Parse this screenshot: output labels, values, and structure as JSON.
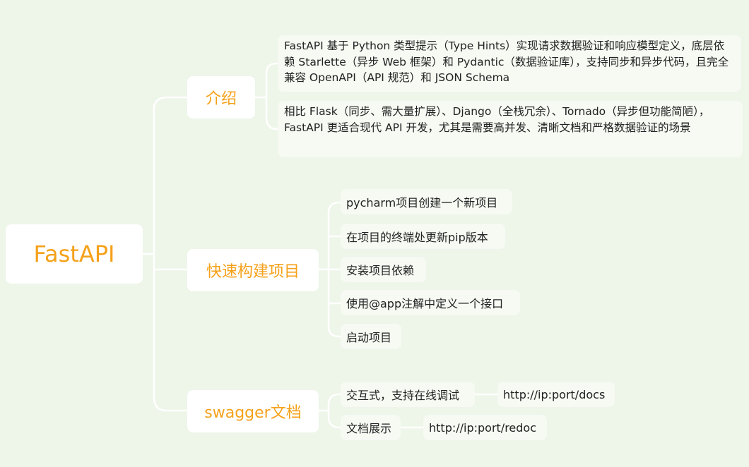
{
  "root": {
    "label": "FastAPI"
  },
  "intro": {
    "label": "介绍",
    "paragraphs": [
      "FastAPI 基于 Python 类型提示（Type Hints）实现请求数据验证和响应模型定义，底层依赖 Starlette（异步 Web 框架）和 Pydantic（数据验证库），支持同步和异步代码，且完全兼容 OpenAPI（API 规范）和 JSON Schema",
      "相比 Flask（同步、需大量扩展）、Django（全栈冗余）、Tornado（异步但功能简陋），FastAPI 更适合现代 API 开发，尤其是需要高并发、清晰文档和严格数据验证的场景"
    ]
  },
  "quickstart": {
    "label": "快速构建项目",
    "steps": [
      "pycharm项目创建一个新项目",
      "在项目的终端处更新pip版本",
      "安装项目依赖",
      "使用@app注解中定义一个接口",
      "启动项目"
    ]
  },
  "swagger": {
    "label": "swagger文档",
    "items": [
      {
        "label": "交互式，支持在线调试",
        "url": "http://ip:port/docs"
      },
      {
        "label": "文档展示",
        "url": "http://ip:port/redoc"
      }
    ]
  },
  "colors": {
    "background": "#eef5e9",
    "accent": "#f5a11a",
    "connector": "#ffffff",
    "leaf_bg": "#f6faf3"
  }
}
